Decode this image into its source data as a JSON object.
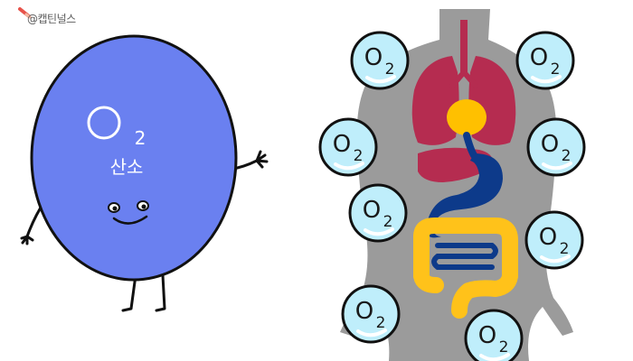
{
  "watermark": {
    "text": "@캡틴널스"
  },
  "character": {
    "formula_main": "O",
    "formula_sub": "2",
    "name": "산소",
    "body_color": "#6a80f0"
  },
  "bubbles": {
    "symbol": "O",
    "subscript": "2",
    "fill": "#bfeefb",
    "outline": "#111111"
  },
  "anatomy": {
    "silhouette_color": "#9b9b9b",
    "lungs_color": "#b52c50",
    "heart_color": "#ffc000",
    "stomach_color": "#0d3a8a",
    "intestine_color": "#ffc21a"
  }
}
